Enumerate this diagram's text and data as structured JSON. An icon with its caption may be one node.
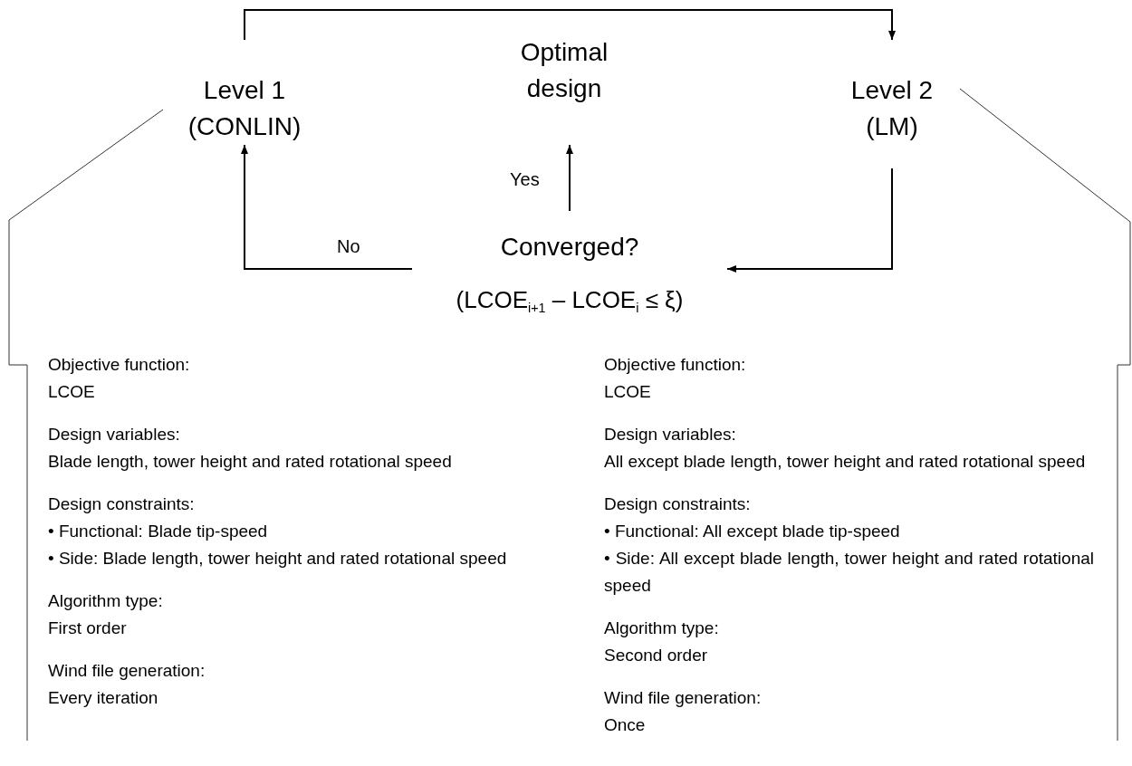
{
  "diagram": {
    "nodes": [
      {
        "text": [
          "Level 1 (CONLIN)"
        ]
      },
      {
        "text": [
          "Optimal design"
        ]
      },
      {
        "text": [
          "Level 2 (LM)"
        ]
      },
      {
        "text": [
          "Converged?",
          "(LCOE$_{i+1}$ – LCOE$_{i}$ ≤ ξ)"
        ]
      },
      {
        "text": [
          "Objective function:",
          "LCOE",
          "Design variables:",
          "Blade length, tower height and rated rotational speed",
          "Design constraints:",
          "• Functional: Blade tip-speed",
          "• Side: Blade length, tower height and rated rotational speed",
          "Algorithm type:",
          "First order",
          "Wind file generation:",
          "Every iteration"
        ]
      },
      {
        "text": [
          "Objective function:",
          "LCOE",
          "Design variables:",
          "All except blade length, tower height and rated rotational speed",
          "Design constraints:",
          "• Functional: All except blade tip-speed",
          "• Side: All except blade length, tower height and rated rotational speed",
          "Algorithm type:",
          "Second order",
          "Wind file generation:",
          "Once"
        ]
      }
    ],
    "edges": [
      {
        "from": 0,
        "to": 2,
        "arrow": "to"
      },
      {
        "from": 2,
        "to": 3,
        "arrow": "to"
      },
      {
        "from": 3,
        "to": 0,
        "arrow": "to",
        "label": "No"
      },
      {
        "from": 3,
        "to": 1,
        "arrow": "to",
        "label": "Yes"
      },
      {
        "from": 4,
        "to": 0,
        "arrow": "none"
      },
      {
        "from": 5,
        "to": 2,
        "arrow": "none"
      }
    ]
  }
}
